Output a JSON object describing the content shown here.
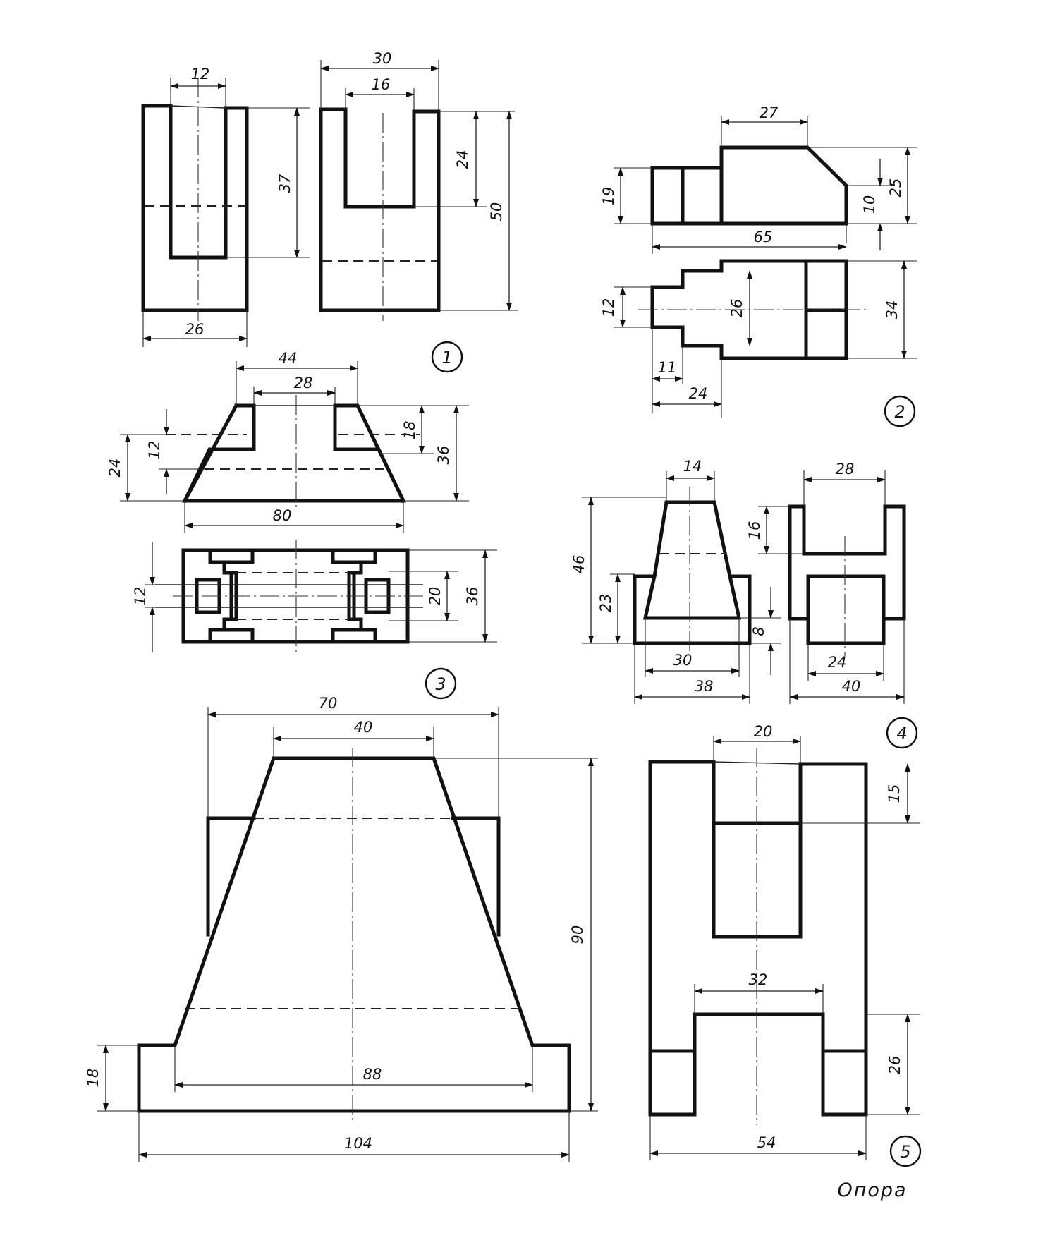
{
  "figures": [
    {
      "number": "1",
      "dims": {
        "d12": "12",
        "d30": "30",
        "d16": "16",
        "d37": "37",
        "d24": "24",
        "d50": "50",
        "d26": "26"
      }
    },
    {
      "number": "2",
      "dims": {
        "d27": "27",
        "d19": "19",
        "d65": "65",
        "d10": "10",
        "d25": "25",
        "d12": "12",
        "d26": "26",
        "d34": "34",
        "d11": "11",
        "d24": "24"
      }
    },
    {
      "number": "3",
      "dims": {
        "d44": "44",
        "d28": "28",
        "d24": "24",
        "d12": "12",
        "d18": "18",
        "d36": "36",
        "d80": "80",
        "d12b": "12",
        "d20": "20",
        "d36b": "36"
      }
    },
    {
      "number": "4",
      "dims": {
        "d14": "14",
        "d28": "28",
        "d46": "46",
        "d16": "16",
        "d23": "23",
        "d8": "8",
        "d30": "30",
        "d38": "38",
        "d24": "24",
        "d40": "40"
      }
    },
    {
      "number": "5",
      "dims": {
        "d70": "70",
        "d40": "40",
        "d90": "90",
        "d18": "18",
        "d88": "88",
        "d104": "104",
        "d20": "20",
        "d15": "15",
        "d32": "32",
        "d26": "26",
        "d54": "54"
      }
    }
  ],
  "caption": "Опора"
}
